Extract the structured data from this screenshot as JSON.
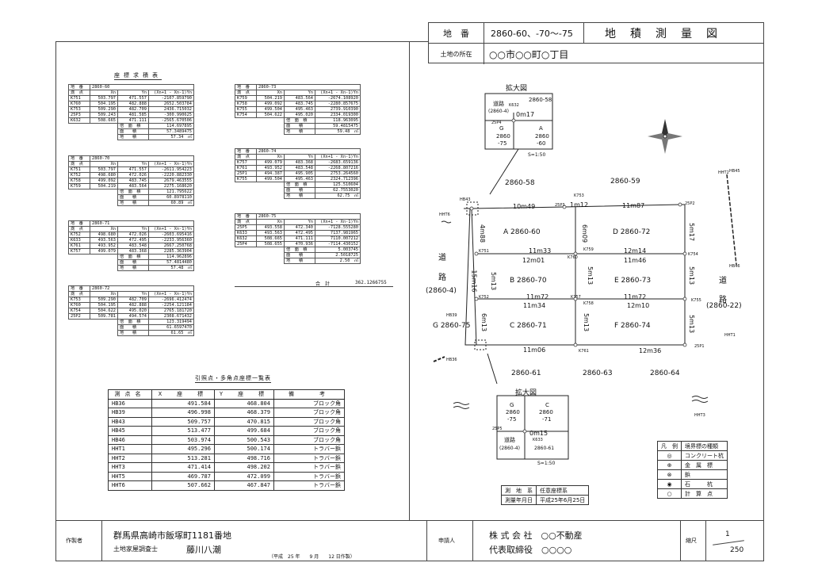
{
  "header": {
    "lot_label": "地　番",
    "lot_value": "2860-60、-70〜-75",
    "title": "地積測量図",
    "location_label": "土地の所在",
    "location_value": "○○市○○町○丁目"
  },
  "section_title": "座標求積表",
  "col_headers": [
    "Xn",
    "Yn",
    "(Xn+1 - Xn-1)Yn"
  ],
  "row_head": "測　点",
  "lot_head": "地　番",
  "calc_labels": {
    "double": "倍　面　積",
    "area": "面　　積",
    "land": "地　　積"
  },
  "lots": [
    {
      "id": "2860-60",
      "rows": [
        [
          "K751",
          "503.797",
          "471.557",
          "-2107.859790"
        ],
        [
          "K760",
          "504.195",
          "482.888",
          "2652.503784"
        ],
        [
          "K753",
          "509.290",
          "482.709",
          "2436.715032"
        ],
        [
          "25P3",
          "509.243",
          "481.585",
          "-300.990625"
        ],
        [
          "K632",
          "508.665",
          "471.111",
          "-2565.670506"
        ]
      ],
      "double": "114.697895",
      "area": "57.3489475",
      "land": "57.34　㎡"
    },
    {
      "id": "2860-73",
      "rows": [
        [
          "K759",
          "504.219",
          "483.564",
          "-2674.108920"
        ],
        [
          "K758",
          "499.092",
          "483.745",
          "-2280.857675"
        ],
        [
          "K755",
          "499.504",
          "495.463",
          "2739.910390"
        ],
        [
          "K754",
          "504.622",
          "495.020",
          "2334.019300"
        ]
      ],
      "double": "118.963095",
      "area": "59.4815475",
      "land": "59.48　㎡"
    },
    {
      "id": "2860-70",
      "rows": [
        [
          "K751",
          "503.797",
          "471.557",
          "-2611.954223"
        ],
        [
          "K752",
          "498.680",
          "472.026",
          "-2220.882330"
        ],
        [
          "K758",
          "499.092",
          "483.745",
          "2679.463555"
        ],
        [
          "K759",
          "504.219",
          "483.564",
          "2275.168620"
        ]
      ],
      "double": "121.795622",
      "area": "60.8978110",
      "land": "60.89　㎡"
    },
    {
      "id": "2860-74",
      "rows": [
        [
          "K757",
          "499.079",
          "483.368",
          "-2683.659136"
        ],
        [
          "K761",
          "493.952",
          "483.548",
          "-2268.807216"
        ],
        [
          "25P1",
          "494.387",
          "495.905",
          "2753.264560"
        ],
        [
          "K755",
          "499.504",
          "495.463",
          "2324.712396"
        ]
      ],
      "double": "125.510604",
      "area": "62.7553020",
      "land": "62.75　㎡"
    },
    {
      "id": "2860-71",
      "rows": [
        [
          "K752",
          "498.680",
          "472.026",
          "-2603.695416"
        ],
        [
          "K633",
          "493.563",
          "472.495",
          "-2233.956360"
        ],
        [
          "K761",
          "493.952",
          "483.548",
          "2667.250768"
        ],
        [
          "K757",
          "499.079",
          "483.368",
          "2285.363904"
        ]
      ],
      "double": "114.962896",
      "area": "57.4814480",
      "land": "57.48　㎡"
    },
    {
      "id": "2860-75",
      "rows": [
        [
          "25P5",
          "493.558",
          "472.340",
          "-7128.555280"
        ],
        [
          "K633",
          "493.563",
          "472.495",
          "7137.981965"
        ],
        [
          "K632",
          "508.665",
          "471.111",
          "7110.007212"
        ],
        [
          "25P4",
          "508.655",
          "470.936",
          "-7114.430152"
        ]
      ],
      "double": "5.003745",
      "area": "2.5018725",
      "land": "2.50　㎡"
    },
    {
      "id": "2860-72",
      "rows": [
        [
          "K753",
          "509.290",
          "482.709",
          "-2696.412474"
        ],
        [
          "K760",
          "504.195",
          "482.888",
          "-2254.121184"
        ],
        [
          "K754",
          "504.622",
          "495.020",
          "2765.181720"
        ],
        [
          "25P2",
          "509.781",
          "494.574",
          "2308.671432"
        ]
      ],
      "double": "123.319494",
      "area": "61.6597470",
      "land": "61.65　㎡"
    }
  ],
  "total_label": "合　計",
  "total_value": "362.1266755",
  "ref_title": "引照点・多角点座標一覧表",
  "ref_headers": [
    "測点名",
    "X　座　標",
    "Y　座　標",
    "備　　考"
  ],
  "ref_rows": [
    [
      "HB36",
      "491.584",
      "468.804",
      "ブロック角"
    ],
    [
      "HB39",
      "496.998",
      "468.379",
      "ブロック角"
    ],
    [
      "HB43",
      "509.757",
      "470.815",
      "ブロック角"
    ],
    [
      "HB45",
      "513.477",
      "499.684",
      "ブロック角"
    ],
    [
      "HB46",
      "503.974",
      "500.543",
      "ブロック角"
    ],
    [
      "HHT1",
      "495.296",
      "500.174",
      "トラバー鋲"
    ],
    [
      "HHT2",
      "513.281",
      "498.716",
      "トラバー鋲"
    ],
    [
      "HHT3",
      "471.414",
      "498.202",
      "トラバー鋲"
    ],
    [
      "HHT5",
      "469.787",
      "472.099",
      "トラバー鋲"
    ],
    [
      "HHT6",
      "507.662",
      "467.847",
      "トラバー鋲"
    ]
  ],
  "map": {
    "zoom_label": "拡大図",
    "scale_small": "S=1:50",
    "lot_labels": [
      "A 2860-60",
      "B 2860-70",
      "C 2860-71",
      "D 2860-72",
      "E 2860-73",
      "F 2860-74"
    ],
    "outer_labels": {
      "top_left": "2860-58",
      "top_right": "2860-59",
      "bottom_left": "2860-61",
      "bottom_mid": "2860-63",
      "bottom_right": "2860-64",
      "g_lot": "G 2860-75"
    },
    "dims_h": [
      "10m49",
      "1m12",
      "11m87",
      "11m33",
      "12m01",
      "12m14",
      "11m46",
      "11m72",
      "11m34",
      "11m72",
      "12m10",
      "11m06",
      "12m36"
    ],
    "dims_v": [
      "4m88",
      "6m09",
      "5m17",
      "15m16",
      "5m13",
      "5m13",
      "5m13",
      "6m13",
      "5m13",
      "5m13"
    ],
    "road_left": [
      "道",
      "路",
      "(2860-4)"
    ],
    "road_right": [
      "道",
      "路",
      "(2860-22)"
    ],
    "points": [
      "K753",
      "25P3",
      "25P2",
      "HB43",
      "HHT6",
      "K751",
      "K760",
      "K759",
      "K754",
      "K752",
      "K757",
      "K758",
      "K755",
      "HB39",
      "K761",
      "25P1",
      "HB36",
      "HHT2",
      "HB45",
      "HB46",
      "HHT1",
      "HHT3",
      "25P5",
      "K633",
      "K632",
      "25P4"
    ],
    "inset1": {
      "road": "道路",
      "road_no": "(2860-4)",
      "dim": "0m17",
      "g": "G",
      "g_no": "2860",
      "g_sub": "-75",
      "a": "A",
      "a_no": "2860",
      "a_sub": "-60",
      "top": "2860-58"
    },
    "inset2": {
      "g": "G",
      "g_no": "2860",
      "g_sub": "-75",
      "c": "C",
      "c_no": "2860",
      "c_sub": "-71",
      "dim": "0m15",
      "road": "道路",
      "road_no": "(2860-4)",
      "bot": "2860-61"
    }
  },
  "legend": {
    "title": [
      "凡　例",
      "境界標の種類"
    ],
    "rows": [
      [
        "◎",
        "コンクリート杭"
      ],
      [
        "⊕",
        "金　属　標"
      ],
      [
        "⊗",
        "鋲"
      ],
      [
        "◉",
        "石　　　杭"
      ],
      [
        "○",
        "計　算　点"
      ]
    ]
  },
  "survey": {
    "rows": [
      [
        "測　地　系",
        "任意座標系"
      ],
      [
        "測量年月日",
        "平成25年6月25日"
      ]
    ]
  },
  "footer": {
    "author_label": "作製者",
    "address": "群馬県高崎市飯塚町1181番地",
    "qual": "土地家屋調査士",
    "name": "藤川八潮",
    "date": "（平成　25 年　　9 月　　12 日作製）",
    "applicant_label": "申請人",
    "company": "株 式 会 社　○○不動産",
    "rep": "代表取締役　○○○○",
    "scale_label": "縮尺",
    "scale_num": "1",
    "scale_den": "250"
  }
}
